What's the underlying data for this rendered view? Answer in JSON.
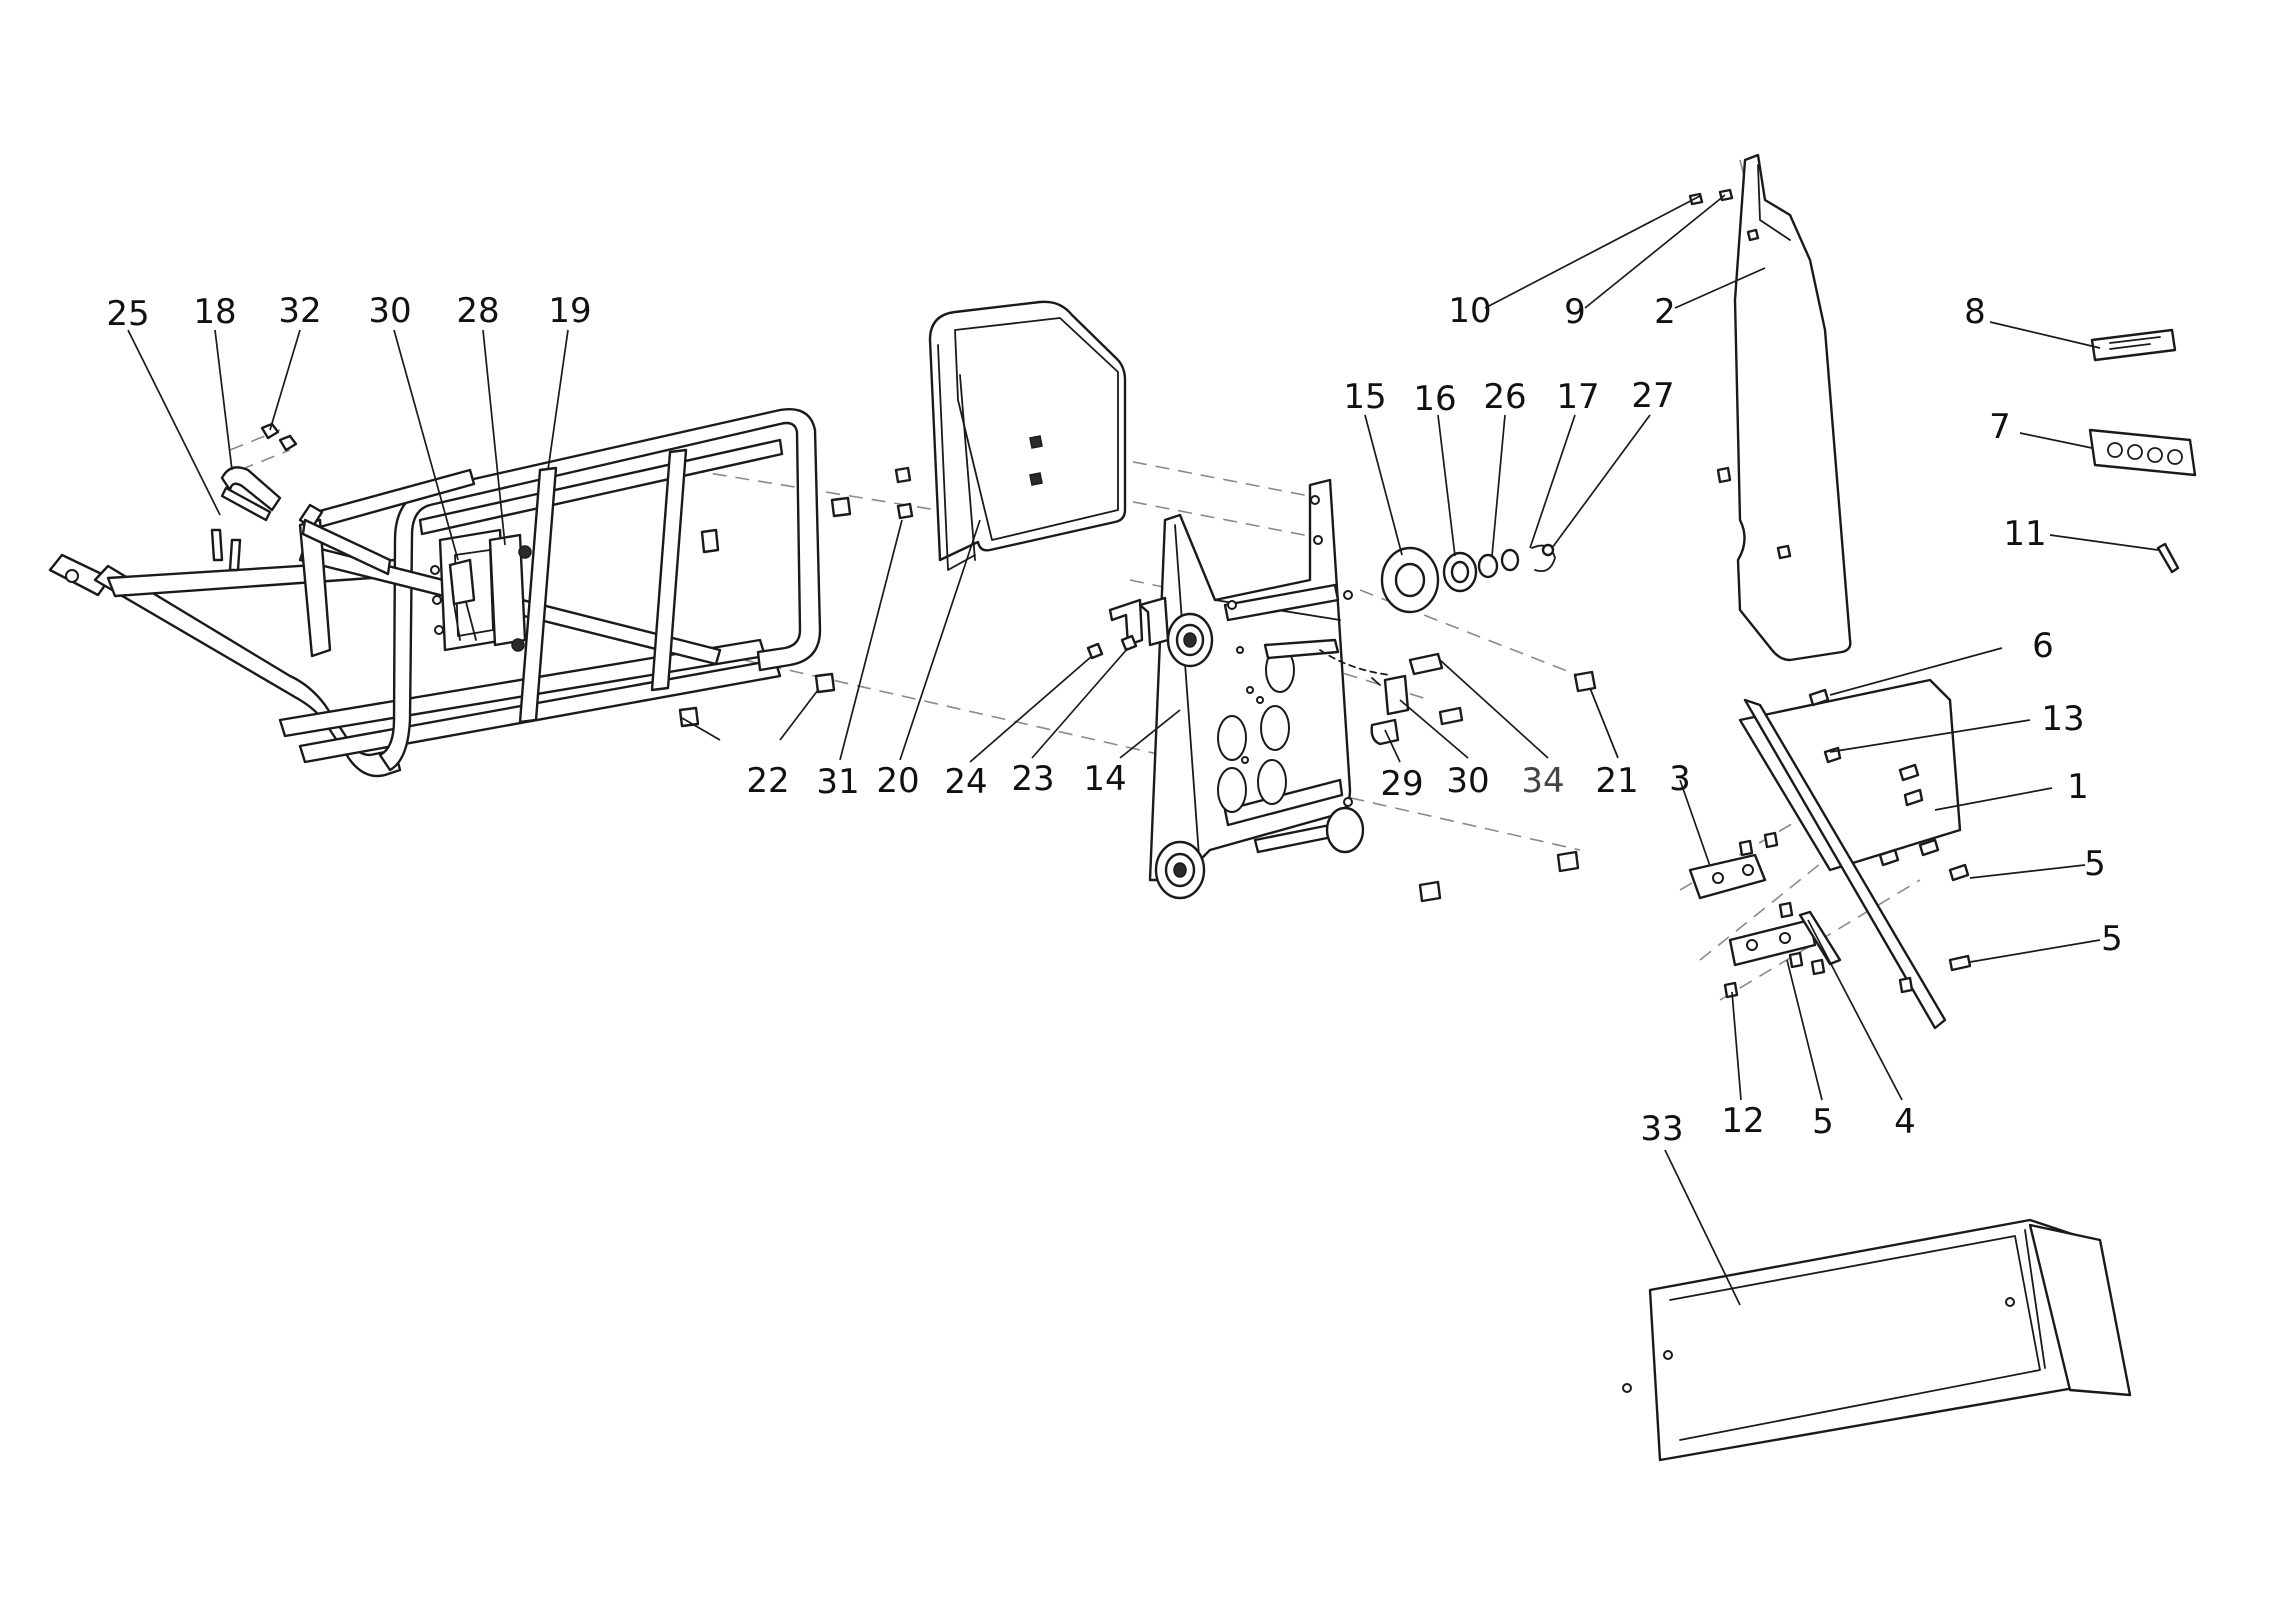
{
  "callouts": [
    {
      "id": "c25a",
      "label": "25"
    },
    {
      "id": "c18",
      "label": "18"
    },
    {
      "id": "c32",
      "label": "32"
    },
    {
      "id": "c30a",
      "label": "30"
    },
    {
      "id": "c28",
      "label": "28"
    },
    {
      "id": "c19",
      "label": "19"
    },
    {
      "id": "c10",
      "label": "10"
    },
    {
      "id": "c9",
      "label": "9"
    },
    {
      "id": "c2",
      "label": "2"
    },
    {
      "id": "c8",
      "label": "8"
    },
    {
      "id": "c15",
      "label": "15"
    },
    {
      "id": "c16",
      "label": "16"
    },
    {
      "id": "c26",
      "label": "26"
    },
    {
      "id": "c17",
      "label": "17"
    },
    {
      "id": "c27",
      "label": "27"
    },
    {
      "id": "c7",
      "label": "7"
    },
    {
      "id": "c11",
      "label": "11"
    },
    {
      "id": "c6",
      "label": "6"
    },
    {
      "id": "c13",
      "label": "13"
    },
    {
      "id": "c1",
      "label": "1"
    },
    {
      "id": "c3",
      "label": "3"
    },
    {
      "id": "c5a",
      "label": "5"
    },
    {
      "id": "c5b",
      "label": "5"
    },
    {
      "id": "c22",
      "label": "22"
    },
    {
      "id": "c31",
      "label": "31"
    },
    {
      "id": "c20",
      "label": "20"
    },
    {
      "id": "c24",
      "label": "24"
    },
    {
      "id": "c23",
      "label": "23"
    },
    {
      "id": "c14",
      "label": "14"
    },
    {
      "id": "c29",
      "label": "29"
    },
    {
      "id": "c30b",
      "label": "30"
    },
    {
      "id": "c34",
      "label": "34"
    },
    {
      "id": "c21",
      "label": "21"
    },
    {
      "id": "c33",
      "label": "33"
    },
    {
      "id": "c12",
      "label": "12"
    },
    {
      "id": "c5c",
      "label": "5"
    },
    {
      "id": "c4",
      "label": "4"
    }
  ]
}
